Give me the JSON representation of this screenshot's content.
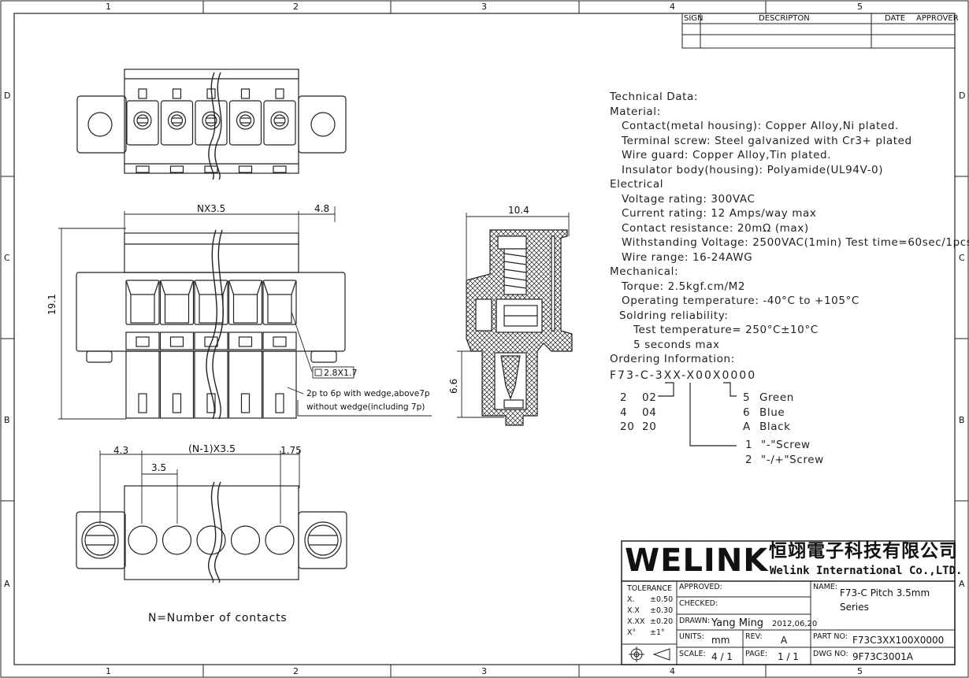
{
  "frame": {
    "zones_top": [
      "1",
      "2",
      "3",
      "4",
      "5"
    ],
    "zones_bottom": [
      "1",
      "2",
      "3",
      "4",
      "5"
    ],
    "zones_left": [
      "D",
      "C",
      "B",
      "A"
    ],
    "zones_right": [
      "D",
      "C",
      "B",
      "A"
    ]
  },
  "revision_block": {
    "sign": "SIGN",
    "description": "DESCRIPTON",
    "date": "DATE",
    "approver": "APPROVER"
  },
  "dimensions": {
    "top_width": "NX3.5",
    "top_offset": "4.8",
    "height": "19.1",
    "pin_size": "2.8X1.7",
    "side_width": "10.4",
    "side_height": "6.6",
    "bottom_left": "4.3",
    "bottom_span": "(N-1)X3.5",
    "bottom_right": "1.75",
    "bottom_pitch": "3.5"
  },
  "notes": {
    "wedge_line1": "2p to 6p with wedge,above7p",
    "wedge_line2": "without wedge(including 7p)",
    "n_note": "N=Number of contacts"
  },
  "tech_data": {
    "lines": [
      "Technical Data:",
      "Material:",
      "Contact(metal housing): Copper Alloy,Ni plated.",
      "Terminal screw: Steel galvanized with Cr3+ plated",
      "Wire guard: Copper Alloy,Tin plated.",
      "Insulator body(housing): Polyamide(UL94V-0)",
      "Electrical",
      "Voltage rating: 300VAC",
      "Current rating: 12 Amps/way max",
      "Contact resistance: 20mΩ (max)",
      "Withstanding Voltage: 2500VAC(1min) Test time=60sec/1pcs",
      "Wire range: 16-24AWG",
      "Mechanical:",
      "Torque: 2.5kgf.cm/M2",
      "Operating temperature: -40°C to +105°C",
      "Soldring reliability:",
      "Test temperature= 250°C±10°C",
      "5 seconds max",
      "Ordering Information:"
    ],
    "indents": [
      0,
      0,
      1,
      1,
      1,
      1,
      0,
      1,
      1,
      1,
      1,
      1,
      0,
      1,
      1,
      0.8,
      2,
      2,
      0
    ]
  },
  "ordering": {
    "code": "F73-C-3XX-X00X0000",
    "pins": [
      [
        "2",
        "02"
      ],
      [
        "4",
        "04"
      ],
      [
        "20",
        "20"
      ]
    ],
    "colors": [
      [
        "5",
        "Green"
      ],
      [
        "6",
        "Blue"
      ],
      [
        "A",
        "Black"
      ]
    ],
    "screws": [
      [
        "1",
        "\"-\"Screw"
      ],
      [
        "2",
        "\"-/+\"Screw"
      ]
    ]
  },
  "title_block": {
    "brand": "WELINK",
    "company_cn": "恒翊電子科技有限公司",
    "company_en": "Welink International Co.,LTD.",
    "tolerance_label": "TOLERANCE",
    "tolerances": [
      [
        "X.",
        "±0.50"
      ],
      [
        "X.X",
        "±0.30"
      ],
      [
        "X.XX",
        "±0.20"
      ],
      [
        "X°",
        "±1°"
      ]
    ],
    "approved_label": "APPROVED:",
    "checked_label": "CHECKED:",
    "drawn_label": "DRAWN:",
    "drawn_by": "Yang Ming",
    "drawn_date": "2012,06,20",
    "units_label": "UNITS:",
    "units": "mm",
    "rev_label": "REV:",
    "rev": "A",
    "scale_label": "SCALE:",
    "scale": "4 / 1",
    "page_label": "PAGE:",
    "page": "1 / 1",
    "name_label": "NAME:",
    "name_line1": "F73-C Pitch 3.5mm",
    "name_line2": "Series",
    "part_no_label": "PART NO:",
    "part_no": "F73C3XX100X0000",
    "dwg_no_label": "DWG NO:",
    "dwg_no": "9F73C3001A"
  }
}
